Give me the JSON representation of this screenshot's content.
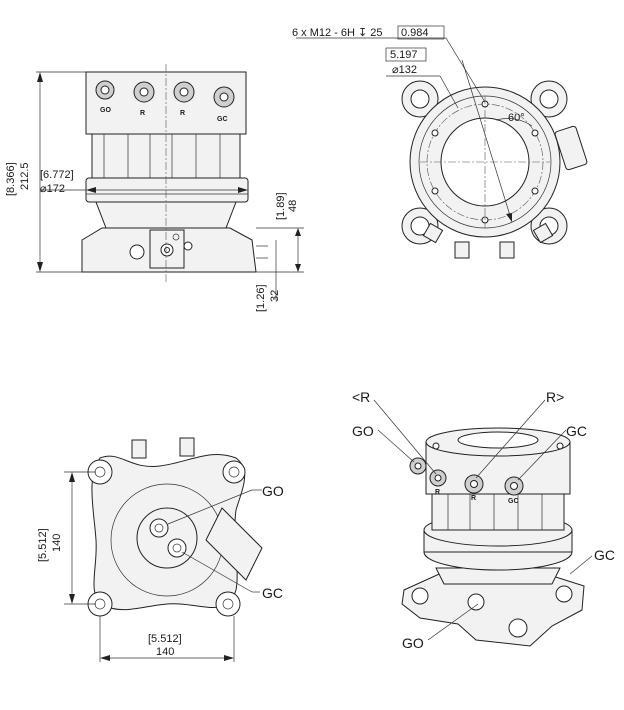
{
  "views": {
    "side": {
      "height_in": "[8.366]",
      "height_mm": "212.5",
      "diameter_in": "[6.772]",
      "diameter_mm": "⌀172",
      "base_h_in": "[1.89]",
      "base_h_mm": "48",
      "flange_h_in": "[1.26]",
      "flange_h_mm": "32",
      "port_labels": [
        "GO",
        "R",
        "R",
        "GC"
      ]
    },
    "top": {
      "thread_callout": "6 x  M12 - 6H ↧ 25",
      "thread_depth_in": "0.984",
      "pcd_in": "5.197",
      "pcd_mm": "⌀132",
      "angle": "60°"
    },
    "bottom": {
      "width_in": "[5.512]",
      "width_mm": "140",
      "height_in": "[5.512]",
      "height_mm": "140",
      "label_go": "GO",
      "label_gc": "GC"
    },
    "iso": {
      "label_r_left": "<R",
      "label_r_right": "R>",
      "label_go_top": "GO",
      "label_gc_top": "GC",
      "label_gc_side": "GC",
      "label_go_bottom": "GO",
      "port_labels": [
        "R",
        "R",
        "GC"
      ]
    }
  }
}
